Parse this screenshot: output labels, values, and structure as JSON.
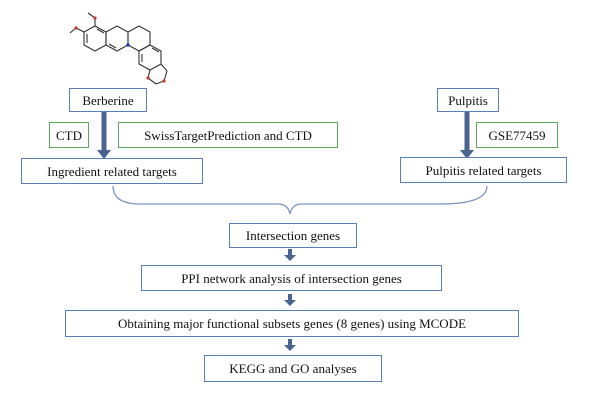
{
  "colors": {
    "box_border_blue": "#5b7fb5",
    "box_border_green": "#5aa85a",
    "arrow": "#4a6391",
    "connector": "#7a96c6",
    "molecule": "#333333",
    "nitrogen": "#2e3ec4",
    "oxygen": "#c43a2e"
  },
  "molecule": {
    "icon": "berberine-structure-icon"
  },
  "left_branch": {
    "compound": "Berberine",
    "source_a": "CTD",
    "source_b": "SwissTargetPrediction and CTD",
    "result": "Ingredient related targets"
  },
  "right_branch": {
    "disease": "Pulpitis",
    "source": "GSE77459",
    "result": "Pulpitis related targets"
  },
  "flow": {
    "step1": "Intersection genes",
    "step2": "PPI network analysis of intersection genes",
    "step3": "Obtaining major functional subsets genes (8 genes) using MCODE",
    "step4": "KEGG and GO analyses"
  }
}
